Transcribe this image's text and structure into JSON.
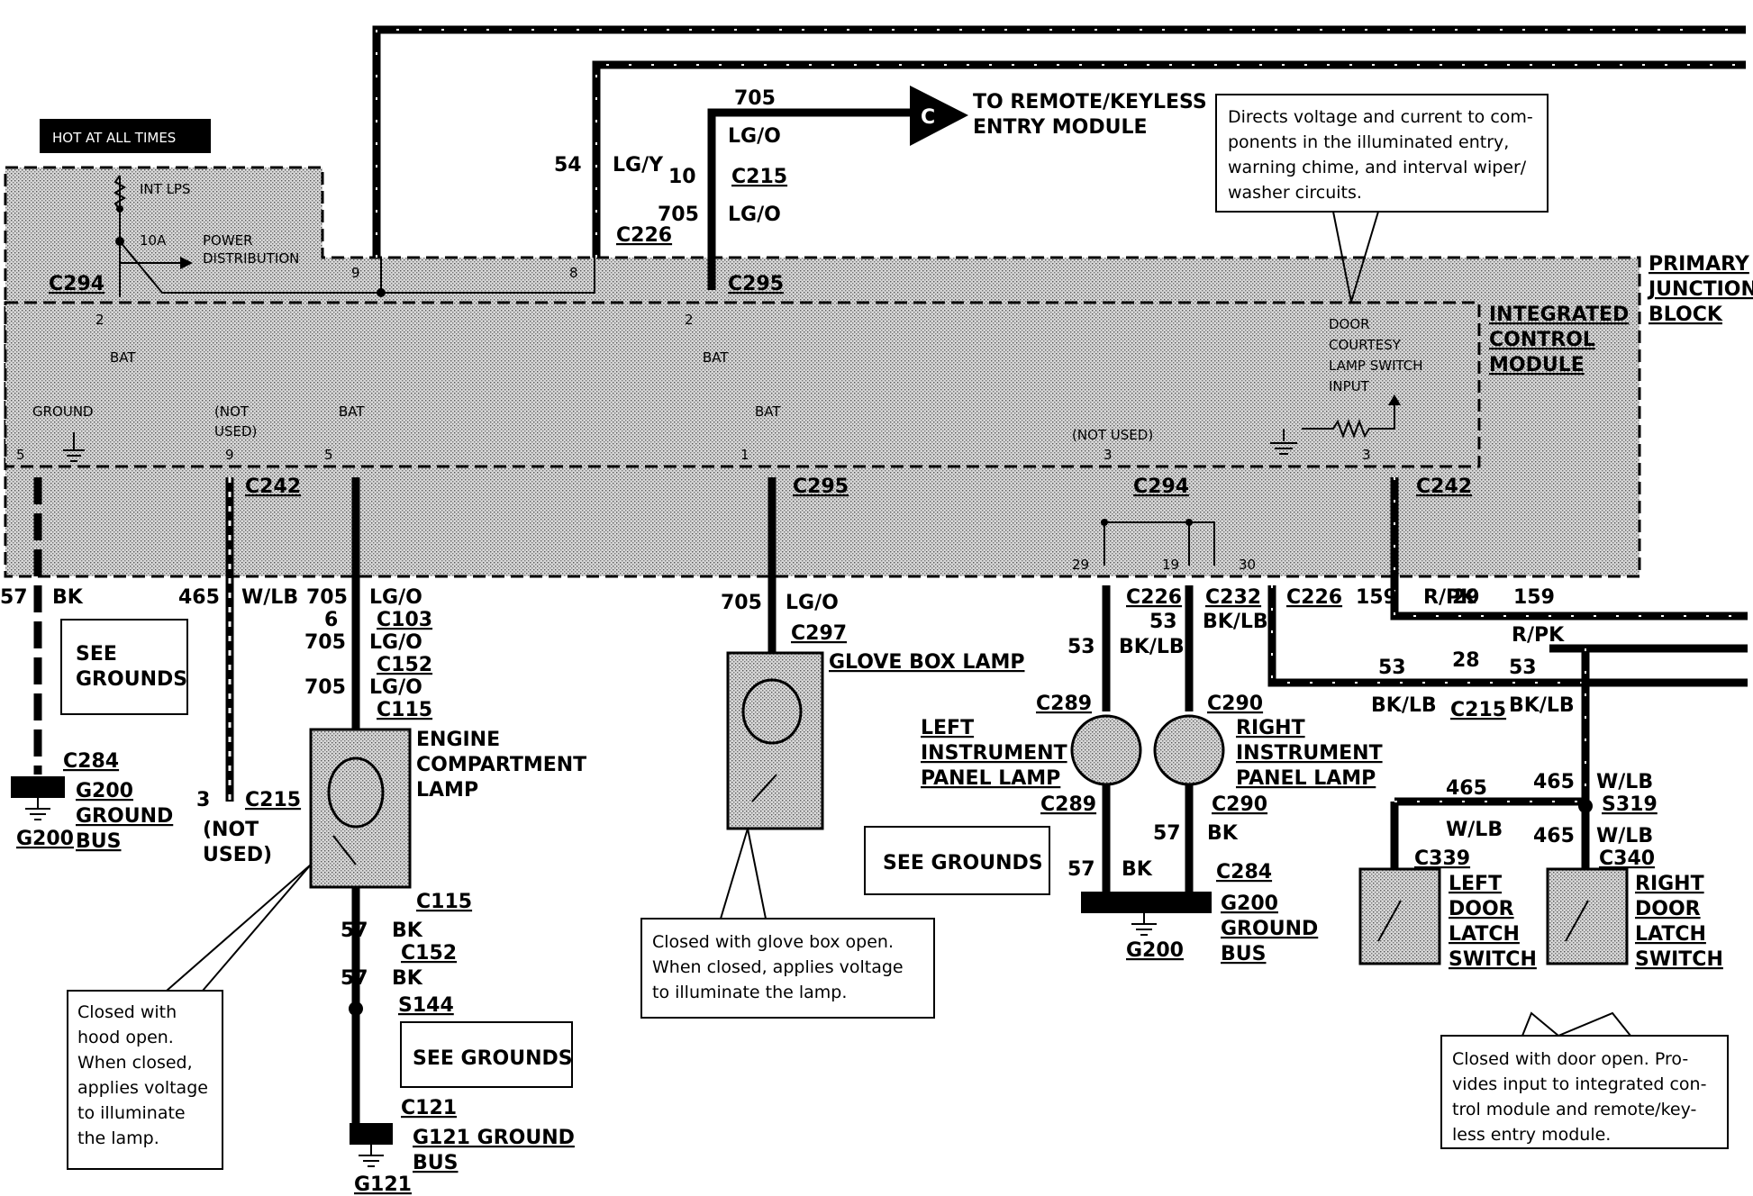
{
  "labels": {
    "hot": "HOT AT ALL TIMES",
    "int_lps": "INT LPS",
    "fuse": "10A",
    "power": "POWER",
    "distribution": "DISTRIBUTION",
    "c294": "C294",
    "c226": "C226",
    "c295": "C295",
    "c242": "C242",
    "c215": "C215",
    "c103": "C103",
    "c152": "C152",
    "c115": "C115",
    "c297": "C297",
    "c284": "C284",
    "c121": "C121",
    "c232": "C232",
    "c289": "C289",
    "c290": "C290",
    "c339": "C339",
    "c340": "C340",
    "s144": "S144",
    "s319": "S319",
    "bat": "BAT",
    "ground": "GROUND",
    "not_used": "(NOT",
    "used": "USED)",
    "not_used_one": "(NOT USED)",
    "pjb_1": "PRIMARY",
    "pjb_2": "JUNCTION",
    "pjb_3": "BLOCK",
    "icm_1": "INTEGRATED",
    "icm_2": "CONTROL",
    "icm_3": "MODULE",
    "door_1": "DOOR",
    "door_2": "COURTESY",
    "door_3": "LAMP SWITCH",
    "door_4": "INPUT",
    "remote_1": "TO REMOTE/KEYLESS",
    "remote_2": "ENTRY MODULE",
    "c_marker": "C",
    "glove": "GLOVE BOX LAMP",
    "engine_1": "ENGINE",
    "engine_2": "COMPARTMENT",
    "engine_3": "LAMP",
    "lip_1": "LEFT",
    "lip_2": "INSTRUMENT",
    "lip_3": "PANEL LAMP",
    "rip_1": "RIGHT",
    "rip_2": "INSTRUMENT",
    "rip_3": "PANEL LAMP",
    "ldl_1": "LEFT",
    "ldl_2": "DOOR",
    "ldl_3": "LATCH",
    "ldl_4": "SWITCH",
    "rdl_1": "RIGHT",
    "rdl_2": "DOOR",
    "rdl_3": "LATCH",
    "rdl_4": "SWITCH",
    "see_grounds_1": "SEE",
    "see_grounds_2": "GROUNDS",
    "see_grounds": "SEE GROUNDS",
    "g200_bus_1": "G200",
    "g200_bus_2": "GROUND",
    "g200_bus_3": "BUS",
    "g200": "G200",
    "g121_bus_1": "G121 GROUND",
    "g121_bus_2": "BUS",
    "g121": "G121"
  },
  "wires": {
    "w705": "705",
    "lgo": "LG/O",
    "w54": "54",
    "lgy": "LG/Y",
    "w57": "57",
    "bk": "BK",
    "w465": "465",
    "wlb": "W/LB",
    "w53": "53",
    "bklb": "BK/LB",
    "w159": "159",
    "rpk": "R/PK"
  },
  "pins": {
    "p2": "2",
    "p9": "9",
    "p8": "8",
    "p10": "10",
    "p5": "5",
    "p1": "1",
    "p3": "3",
    "p6": "6",
    "p29": "29",
    "p19": "19",
    "p30": "30",
    "p28": "28"
  },
  "notes": {
    "icm": [
      "Directs voltage and current to com-",
      "ponents in the  illuminated entry,",
      "warning chime, and interval wiper/",
      "washer circuits."
    ],
    "hood": [
      "Closed with",
      "hood open.",
      "When closed,",
      "applies voltage",
      "to illuminate",
      "the lamp."
    ],
    "glove": [
      "Closed with glove box open.",
      "When closed, applies voltage",
      "to illuminate the lamp."
    ],
    "door": [
      "Closed with door open. Pro-",
      "vides input to integrated con-",
      "trol module and remote/key-",
      "less entry module."
    ]
  }
}
